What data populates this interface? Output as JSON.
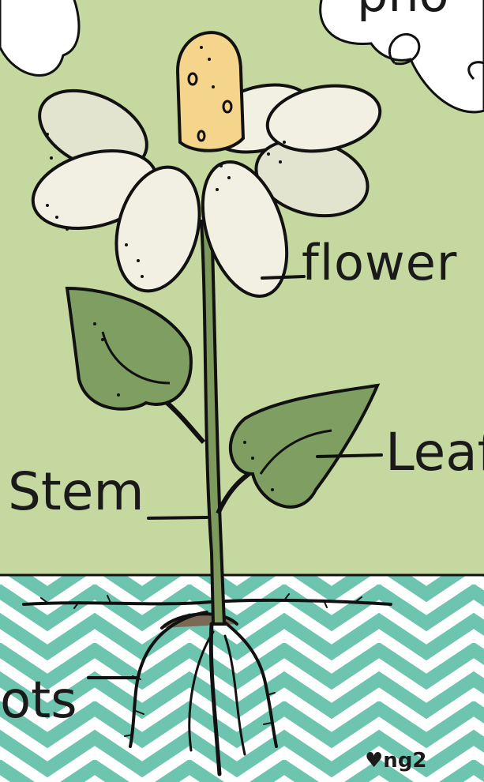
{
  "labels": {
    "flower": "flower",
    "leaf": "Leaf",
    "stem": "Stem",
    "roots": "ots",
    "title_fragment": "pho"
  },
  "signature": "♥ng2",
  "colors": {
    "sky": "#c4d8a0",
    "petal": "#f1f0e2",
    "petal_shade": "#e3e4d0",
    "center": "#f5d48c",
    "leaf": "#7f9e62",
    "stem": "#7d9a5c",
    "soil_chevron": "#6dc5b0",
    "soil_background": "#ffffff",
    "outline": "#111111",
    "root_bulb": "#7a6a55",
    "cloud": "#ffffff"
  }
}
